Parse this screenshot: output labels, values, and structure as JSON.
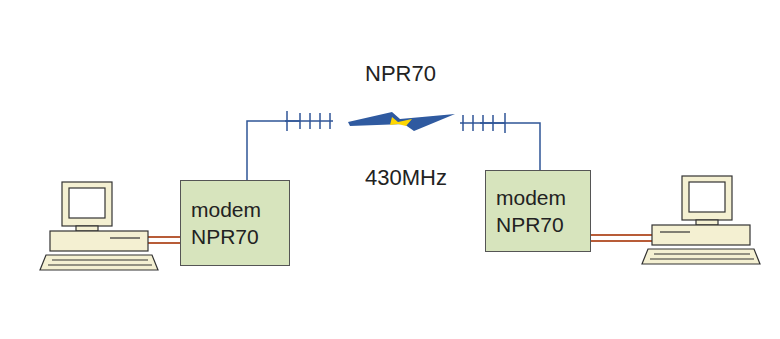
{
  "diagram": {
    "title": "NPR70",
    "nodes": [
      {
        "text": [
          "modem NPR70"
        ]
      },
      {
        "text": [
          "modem NPR70"
        ]
      }
    ],
    "labels": [
      "430MHz"
    ]
  }
}
